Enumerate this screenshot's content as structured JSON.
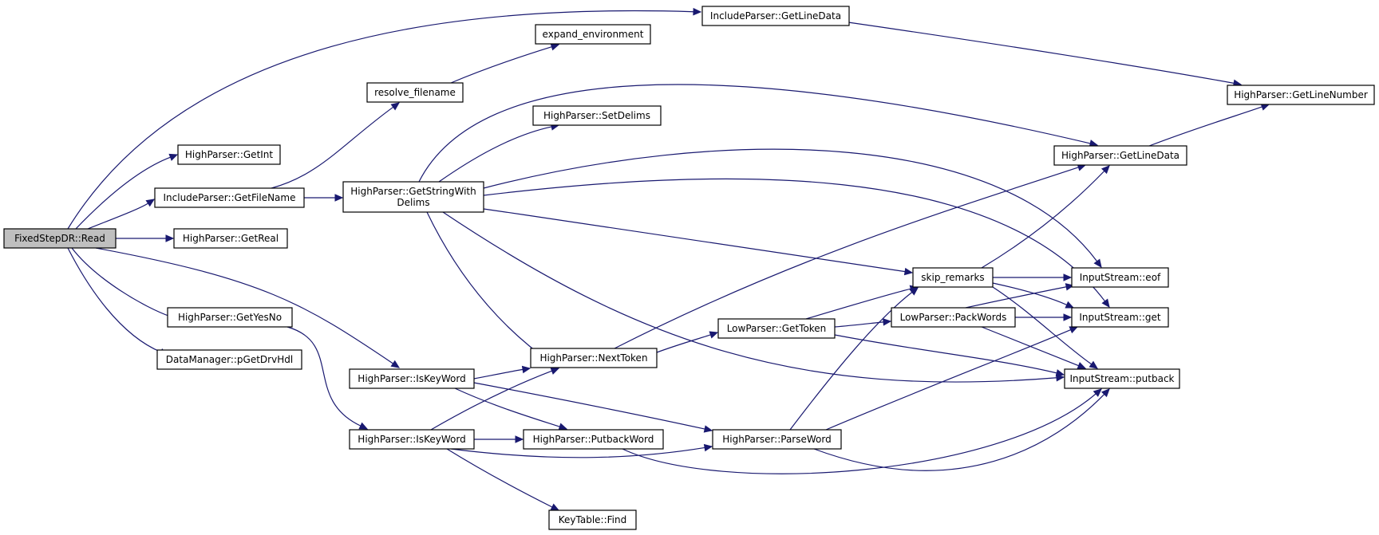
{
  "diagram": {
    "colors": {
      "edge": "#191970",
      "node_fill": "#ffffff",
      "root_fill": "#bfbfbf",
      "node_stroke": "#000000"
    },
    "nodes": [
      {
        "id": "fixedstep_read",
        "lines": [
          "FixedStepDR::Read"
        ],
        "root": true
      },
      {
        "id": "include_getlinedata",
        "lines": [
          "IncludeParser::GetLineData"
        ]
      },
      {
        "id": "expand_environment",
        "lines": [
          "expand_environment"
        ]
      },
      {
        "id": "resolve_filename",
        "lines": [
          "resolve_filename"
        ]
      },
      {
        "id": "hp_getlinenumber",
        "lines": [
          "HighParser::GetLineNumber"
        ]
      },
      {
        "id": "hp_setdelims",
        "lines": [
          "HighParser::SetDelims"
        ]
      },
      {
        "id": "hp_getint",
        "lines": [
          "HighParser::GetInt"
        ]
      },
      {
        "id": "hp_getlinedata",
        "lines": [
          "HighParser::GetLineData"
        ]
      },
      {
        "id": "ip_getfilename",
        "lines": [
          "IncludeParser::GetFileName"
        ]
      },
      {
        "id": "hp_getstringwithdelims",
        "lines": [
          "HighParser::GetStringWith",
          "Delims"
        ]
      },
      {
        "id": "hp_getreal",
        "lines": [
          "HighParser::GetReal"
        ]
      },
      {
        "id": "skip_remarks",
        "lines": [
          "skip_remarks"
        ]
      },
      {
        "id": "is_eof",
        "lines": [
          "InputStream::eof"
        ]
      },
      {
        "id": "hp_getyesno",
        "lines": [
          "HighParser::GetYesNo"
        ]
      },
      {
        "id": "lp_packwords",
        "lines": [
          "LowParser::PackWords"
        ]
      },
      {
        "id": "is_get",
        "lines": [
          "InputStream::get"
        ]
      },
      {
        "id": "dm_pgetdrvhdl",
        "lines": [
          "DataManager::pGetDrvHdl"
        ]
      },
      {
        "id": "lp_gettoken",
        "lines": [
          "LowParser::GetToken"
        ]
      },
      {
        "id": "hp_nexttoken",
        "lines": [
          "HighParser::NextToken"
        ]
      },
      {
        "id": "hp_iskeyword1",
        "lines": [
          "HighParser::IsKeyWord"
        ]
      },
      {
        "id": "is_putback",
        "lines": [
          "InputStream::putback"
        ]
      },
      {
        "id": "hp_iskeyword2",
        "lines": [
          "HighParser::IsKeyWord"
        ]
      },
      {
        "id": "hp_putbackword",
        "lines": [
          "HighParser::PutbackWord"
        ]
      },
      {
        "id": "hp_parseword",
        "lines": [
          "HighParser::ParseWord"
        ]
      },
      {
        "id": "kt_find",
        "lines": [
          "KeyTable::Find"
        ]
      }
    ],
    "edges": [
      [
        "fixedstep_read",
        "include_getlinedata"
      ],
      [
        "fixedstep_read",
        "hp_getint"
      ],
      [
        "fixedstep_read",
        "ip_getfilename"
      ],
      [
        "fixedstep_read",
        "hp_getreal"
      ],
      [
        "fixedstep_read",
        "hp_getyesno"
      ],
      [
        "fixedstep_read",
        "dm_pgetdrvhdl"
      ],
      [
        "fixedstep_read",
        "hp_iskeyword1"
      ],
      [
        "include_getlinedata",
        "hp_getlinenumber"
      ],
      [
        "resolve_filename",
        "expand_environment"
      ],
      [
        "ip_getfilename",
        "resolve_filename"
      ],
      [
        "ip_getfilename",
        "hp_getstringwithdelims"
      ],
      [
        "hp_getstringwithdelims",
        "hp_getlinedata"
      ],
      [
        "hp_getstringwithdelims",
        "hp_setdelims"
      ],
      [
        "hp_getstringwithdelims",
        "is_eof"
      ],
      [
        "hp_getstringwithdelims",
        "is_get"
      ],
      [
        "hp_getstringwithdelims",
        "skip_remarks"
      ],
      [
        "hp_getstringwithdelims",
        "hp_nexttoken"
      ],
      [
        "hp_getstringwithdelims",
        "is_putback"
      ],
      [
        "hp_getlinedata",
        "hp_getlinenumber"
      ],
      [
        "skip_remarks",
        "hp_getlinedata"
      ],
      [
        "skip_remarks",
        "is_eof"
      ],
      [
        "skip_remarks",
        "is_get"
      ],
      [
        "skip_remarks",
        "is_putback"
      ],
      [
        "lp_packwords",
        "is_eof"
      ],
      [
        "lp_packwords",
        "is_get"
      ],
      [
        "lp_packwords",
        "is_putback"
      ],
      [
        "lp_gettoken",
        "skip_remarks"
      ],
      [
        "lp_gettoken",
        "lp_packwords"
      ],
      [
        "lp_gettoken",
        "is_putback"
      ],
      [
        "hp_nexttoken",
        "hp_getlinedata"
      ],
      [
        "hp_nexttoken",
        "lp_gettoken"
      ],
      [
        "hp_getyesno",
        "hp_iskeyword2"
      ],
      [
        "hp_iskeyword1",
        "hp_nexttoken"
      ],
      [
        "hp_iskeyword1",
        "hp_putbackword"
      ],
      [
        "hp_iskeyword1",
        "hp_parseword"
      ],
      [
        "hp_iskeyword2",
        "hp_nexttoken"
      ],
      [
        "hp_iskeyword2",
        "hp_putbackword"
      ],
      [
        "hp_iskeyword2",
        "hp_parseword"
      ],
      [
        "hp_iskeyword2",
        "kt_find"
      ],
      [
        "hp_putbackword",
        "is_putback"
      ],
      [
        "hp_parseword",
        "skip_remarks"
      ],
      [
        "hp_parseword",
        "is_get"
      ],
      [
        "hp_parseword",
        "is_putback"
      ]
    ]
  }
}
